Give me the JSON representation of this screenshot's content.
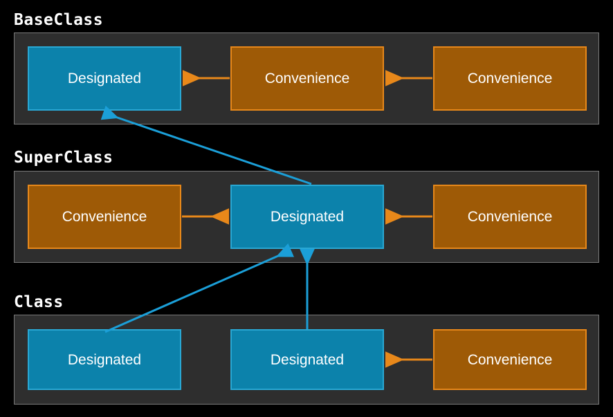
{
  "diagram": {
    "title_font_style": "monospace",
    "background_color": "#000000",
    "colors": {
      "panel_fill": "#2e2e2e",
      "panel_border": "#7a7a7a",
      "designated_fill": "#0c82ab",
      "designated_border": "#29a8d4",
      "convenience_fill": "#9e5a06",
      "convenience_border": "#e8881a",
      "orange_arrow": "#e8881a",
      "blue_arrow": "#1b9fd8",
      "text": "#ffffff"
    },
    "sections": [
      {
        "id": "baseclass",
        "title": "BaseClass",
        "nodes": [
          {
            "id": "base-designated",
            "label": "Designated",
            "kind": "designated"
          },
          {
            "id": "base-convenience-1",
            "label": "Convenience",
            "kind": "convenience"
          },
          {
            "id": "base-convenience-2",
            "label": "Convenience",
            "kind": "convenience"
          }
        ]
      },
      {
        "id": "superclass",
        "title": "SuperClass",
        "nodes": [
          {
            "id": "super-convenience-1",
            "label": "Convenience",
            "kind": "convenience"
          },
          {
            "id": "super-designated",
            "label": "Designated",
            "kind": "designated"
          },
          {
            "id": "super-convenience-2",
            "label": "Convenience",
            "kind": "convenience"
          }
        ]
      },
      {
        "id": "class",
        "title": "Class",
        "nodes": [
          {
            "id": "class-designated-1",
            "label": "Designated",
            "kind": "designated"
          },
          {
            "id": "class-designated-2",
            "label": "Designated",
            "kind": "designated"
          },
          {
            "id": "class-convenience-1",
            "label": "Convenience",
            "kind": "convenience"
          }
        ]
      }
    ],
    "arrows": [
      {
        "id": "base-conv2-to-conv1",
        "color": "orange",
        "direction": "left",
        "from": "base-convenience-2",
        "to": "base-convenience-1"
      },
      {
        "id": "base-conv1-to-designated",
        "color": "orange",
        "direction": "left",
        "from": "base-convenience-1",
        "to": "base-designated"
      },
      {
        "id": "super-conv1-to-designated",
        "color": "orange",
        "direction": "right",
        "from": "super-convenience-1",
        "to": "super-designated"
      },
      {
        "id": "super-conv2-to-designated",
        "color": "orange",
        "direction": "left",
        "from": "super-convenience-2",
        "to": "super-designated"
      },
      {
        "id": "class-conv1-to-designated2",
        "color": "orange",
        "direction": "left",
        "from": "class-convenience-1",
        "to": "class-designated-2"
      },
      {
        "id": "super-designated-to-base-designated",
        "color": "blue",
        "direction": "diagonal-up-left",
        "from": "super-designated",
        "to": "base-designated"
      },
      {
        "id": "class-designated1-to-super-designated",
        "color": "blue",
        "direction": "diagonal-up-right",
        "from": "class-designated-1",
        "to": "super-designated"
      },
      {
        "id": "class-designated2-to-super-designated",
        "color": "blue",
        "direction": "up",
        "from": "class-designated-2",
        "to": "super-designated"
      }
    ]
  }
}
